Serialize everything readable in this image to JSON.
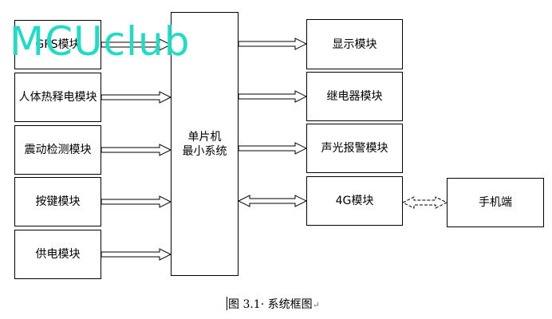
{
  "colors": {
    "watermark": "#20dcc4",
    "border": "#000000",
    "background": "#ffffff"
  },
  "watermark": {
    "text": "MCUclub"
  },
  "inputs": [
    {
      "id": "gps",
      "label": "GPS模块"
    },
    {
      "id": "pir",
      "label": "人体热释电模块"
    },
    {
      "id": "vibration",
      "label": "震动检测模块"
    },
    {
      "id": "keys",
      "label": "按键模块"
    },
    {
      "id": "power",
      "label": "供电模块"
    }
  ],
  "mcu": {
    "line1": "单片机",
    "line2": "最小系统"
  },
  "outputs": [
    {
      "id": "display",
      "label": "显示模块"
    },
    {
      "id": "relay",
      "label": "继电器模块"
    },
    {
      "id": "alarm",
      "label": "声光报警模块"
    },
    {
      "id": "fourg",
      "label": "4G模块"
    }
  ],
  "phone": {
    "label": "手机端"
  },
  "caption": {
    "text": "图 3.1· 系统框图",
    "return_mark": "↵"
  }
}
